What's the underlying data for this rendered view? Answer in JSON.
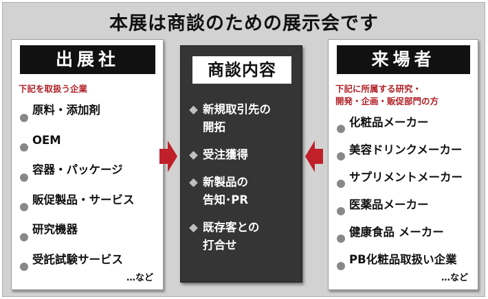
{
  "title": "本展は商談のための展示会です",
  "exhibitor": {
    "heading": "出展社",
    "subheading": "下記を取扱う企業",
    "items": [
      "原料・添加剤",
      "OEM",
      "容器・パッケージ",
      "販促製品・サービス",
      "研究機器",
      "受託試験サービス"
    ],
    "etc": "…など"
  },
  "center": {
    "heading": "商談内容",
    "items": [
      {
        "line1": "新規取引先の",
        "line2": "開拓"
      },
      {
        "line1": "受注獲得",
        "line2": ""
      },
      {
        "line1": "新製品の",
        "line2": "告知･PR"
      },
      {
        "line1": "既存客との",
        "line2": "打合せ"
      }
    ]
  },
  "visitor": {
    "heading": "来場者",
    "subheading_line1": "下記に所属する研究・",
    "subheading_line2": "開発・企画・販促部門の方",
    "items": [
      "化粧品メーカー",
      "美容ドリンクメーカー",
      "サプリメントメーカー",
      "医薬品メーカー",
      "健康食品 メーカー",
      "PB化粧品取扱い企業"
    ],
    "etc": "…など"
  },
  "colors": {
    "accent_red": "#b01e24",
    "arrow_red": "#c0202a",
    "dark": "#353535",
    "background": "#d2d2d2"
  }
}
